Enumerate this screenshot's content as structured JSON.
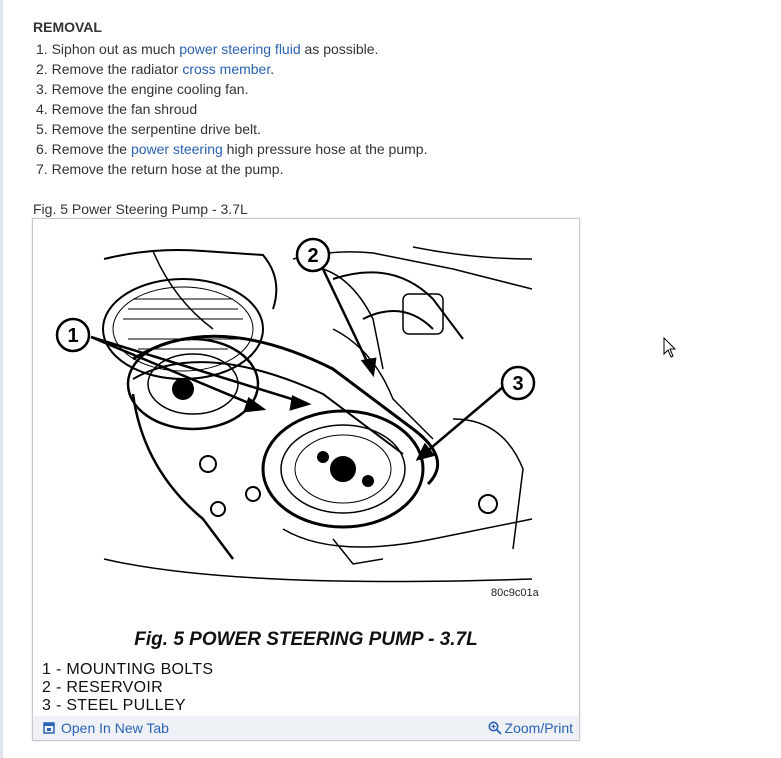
{
  "removal": {
    "heading": "REMOVAL",
    "steps": [
      {
        "num": "1.",
        "pre": "Siphon out as much ",
        "link": "power steering fluid",
        "post": " as possible."
      },
      {
        "num": "2.",
        "pre": "Remove the radiator ",
        "link": "cross member",
        "post": "."
      },
      {
        "num": "3.",
        "pre": "Remove the engine cooling fan.",
        "link": "",
        "post": ""
      },
      {
        "num": "4.",
        "pre": "Remove the fan shroud",
        "link": "",
        "post": ""
      },
      {
        "num": "5.",
        "pre": "Remove the serpentine drive belt.",
        "link": "",
        "post": ""
      },
      {
        "num": "6.",
        "pre": "Remove the ",
        "link": "power steering",
        "post": " high pressure hose at the pump."
      },
      {
        "num": "7.",
        "pre": "Remove the return hose at the pump.",
        "link": "",
        "post": ""
      }
    ]
  },
  "figure": {
    "caption": "Fig. 5 Power Steering Pump - 3.7L",
    "code": "80c9c01a",
    "title": "Fig. 5 POWER STEERING PUMP - 3.7L",
    "callouts": [
      "1",
      "2",
      "3"
    ],
    "legend": [
      "1 - MOUNTING BOLTS",
      "2 - RESERVOIR",
      "3 - STEEL PULLEY"
    ],
    "open_tab_label": "Open In New Tab",
    "zoom_label": "Zoom/Print",
    "open_tab_icon": "open-tab-icon",
    "zoom_icon": "magnifier-icon"
  },
  "colors": {
    "link": "#2a62b4",
    "text": "#333333",
    "footer_bg": "#eef1f6"
  }
}
